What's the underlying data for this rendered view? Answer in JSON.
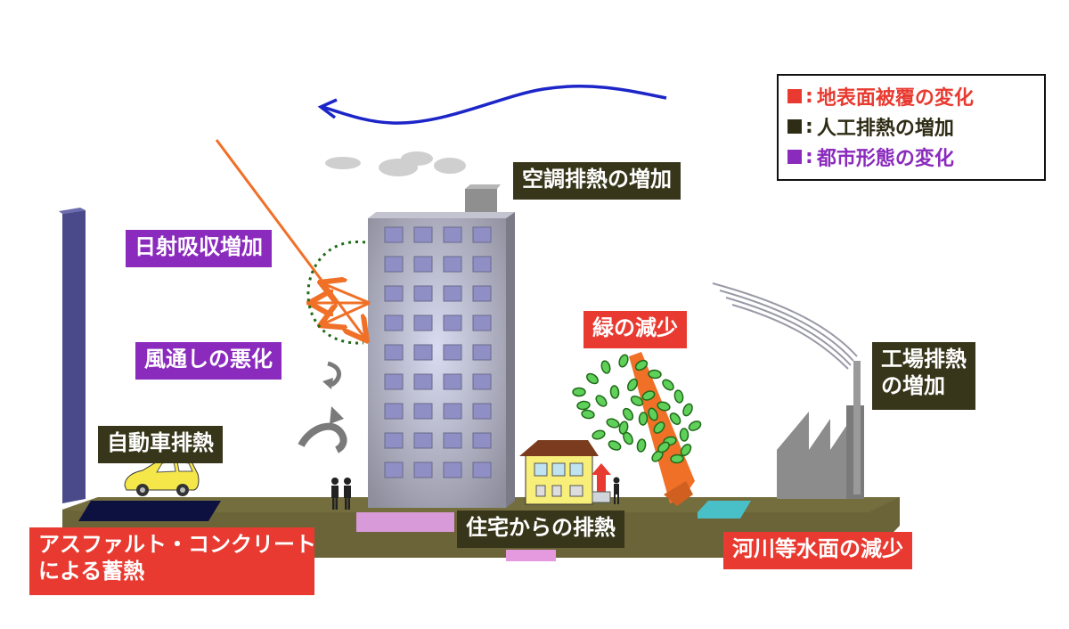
{
  "legend": {
    "items": [
      {
        "label": "地表面被覆の変化",
        "color": "#e83a30"
      },
      {
        "label": "人工排熱の増加",
        "color": "#2e2c14"
      },
      {
        "label": "都市形態の変化",
        "color": "#8a2bbd"
      }
    ]
  },
  "labels": {
    "ac_heat": "空調排熱の増加",
    "solar": "日射吸収増加",
    "ventilation": "風通しの悪化",
    "green": "緑の減少",
    "factory_line1": "工場排熱",
    "factory_line2": "の増加",
    "car": "自動車排熱",
    "asphalt_line1": "アスファルト・コンクリート",
    "asphalt_line2": "による蓄熱",
    "house": "住宅からの排熱",
    "river": "河川等水面の減少"
  },
  "colors": {
    "red": "#e83a30",
    "dark": "#38361a",
    "purple": "#8a2bbd",
    "ground": "#6b6438",
    "building": "#a3a3b3",
    "sun_arrow": "#f07028",
    "wind_arrow": "#1c25c8"
  }
}
